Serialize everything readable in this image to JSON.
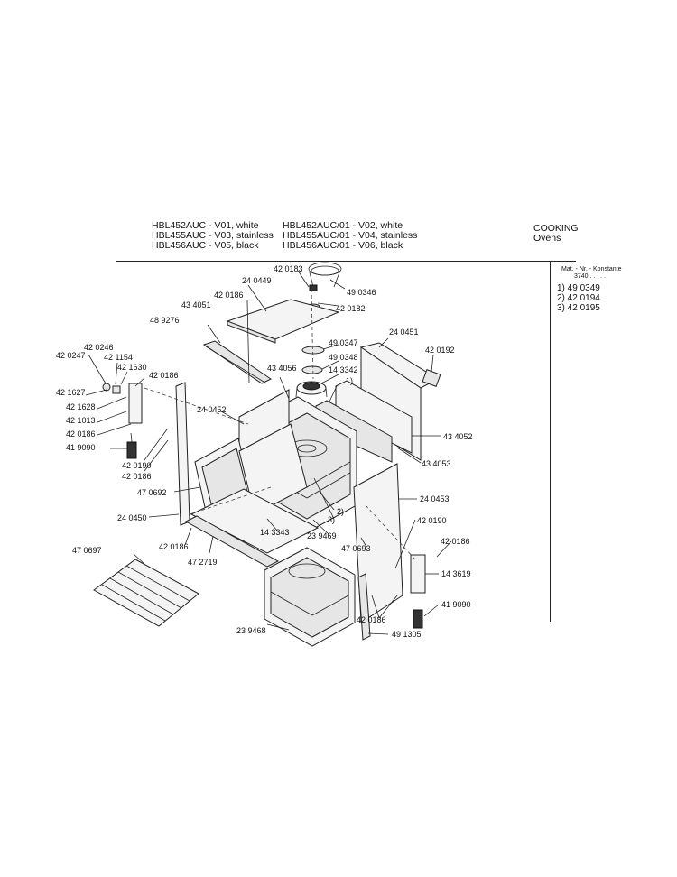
{
  "header": {
    "models_left": [
      "HBL452AUC - V01, white",
      "HBL455AUC - V03, stainless",
      "HBL456AUC - V05, black"
    ],
    "models_right": [
      "HBL452AUC/01 - V02, white",
      "HBL455AUC/01 - V04, stainless",
      "HBL456AUC/01 - V06, black"
    ],
    "category": "COOKING",
    "subcategory": "Ovens"
  },
  "sidebar": {
    "heading": "Mat. - Nr. - Konstante",
    "constant": "3740 . . . . .",
    "notes": [
      "1) 49 0349",
      "2) 42 0194",
      "3) 42 0195"
    ]
  },
  "parts": {
    "p420183": "42 0183",
    "p240449": "24 0449",
    "p490346": "49 0346",
    "p420186a": "42 0186",
    "p420182": "42 0182",
    "p434051": "43 4051",
    "p489276": "48 9276",
    "p240451": "24 0451",
    "p490347": "49 0347",
    "p420192": "42 0192",
    "p490348": "49 0348",
    "p420246": "42 0246",
    "p420247": "42 0247",
    "p421154": "42 1154",
    "p421630": "42 1630",
    "p420186b": "42 0186",
    "p434056": "43 4056",
    "p143342": "14 3342",
    "note1": "1)",
    "p421627": "42 1627",
    "p421628": "42 1628",
    "p240452": "24 0452",
    "p421013": "42 1013",
    "p420186c": "42 0186",
    "p434052": "43 4052",
    "p419090a": "41 9090",
    "p420190a": "42 0190",
    "p420186d": "42 0186",
    "p434053": "43 4053",
    "p470692": "47 0692",
    "p240453": "24 0453",
    "note2": "2)",
    "p420190b": "42 0190",
    "note3": "3)",
    "p240450": "24 0450",
    "p143343": "14 3343",
    "p239469": "23 9469",
    "p420186e": "42 0186",
    "p470693": "47 0693",
    "p420186f": "42 0186",
    "p472719": "47 2719",
    "p143619": "14 3619",
    "p470697": "47 0697",
    "p419090b": "41 9090",
    "p239468": "23 9468",
    "p420186g": "42 0186",
    "p491305": "49 1305"
  }
}
